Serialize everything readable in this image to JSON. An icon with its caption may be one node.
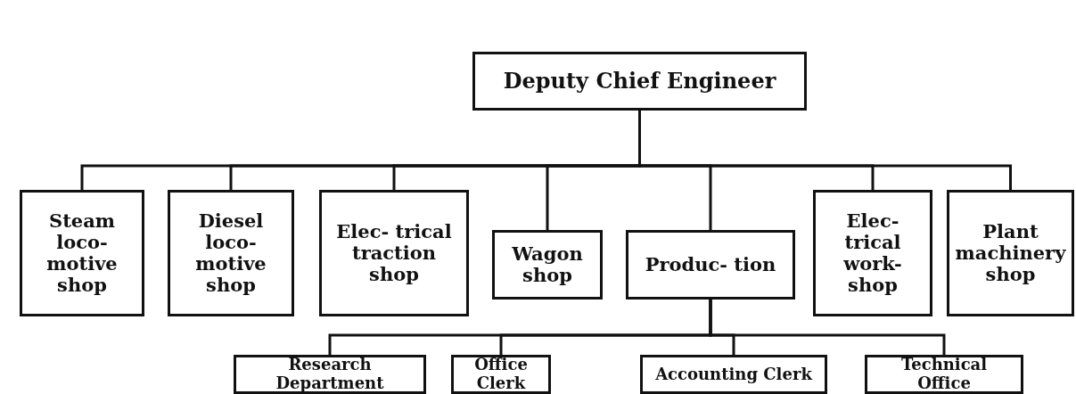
{
  "diagram": {
    "nodes": [
      {
        "text": [
          "Deputy Chief Engineer"
        ]
      },
      {
        "text": [
          "Steam loco- motive shop"
        ]
      },
      {
        "text": [
          "Diesel loco- motive shop"
        ]
      },
      {
        "text": [
          "Elec- trical traction shop"
        ]
      },
      {
        "text": [
          "Wagon shop"
        ]
      },
      {
        "text": [
          "Produc- tion"
        ]
      },
      {
        "text": [
          "Elec- trical work- shop"
        ]
      },
      {
        "text": [
          "Plant machinery shop"
        ]
      },
      {
        "text": [
          "Research Department"
        ]
      },
      {
        "text": [
          "Office Clerk"
        ]
      },
      {
        "text": [
          "Accounting Clerk"
        ]
      },
      {
        "text": [
          "Technical Office"
        ]
      }
    ],
    "edges": [
      {
        "from": 0,
        "to": 1,
        "arrow": "none"
      },
      {
        "from": 0,
        "to": 2,
        "arrow": "none"
      },
      {
        "from": 0,
        "to": 3,
        "arrow": "none"
      },
      {
        "from": 0,
        "to": 4,
        "arrow": "none"
      },
      {
        "from": 0,
        "to": 5,
        "arrow": "none"
      },
      {
        "from": 0,
        "to": 6,
        "arrow": "none"
      },
      {
        "from": 0,
        "to": 7,
        "arrow": "none"
      },
      {
        "from": 5,
        "to": 8,
        "arrow": "none"
      },
      {
        "from": 5,
        "to": 9,
        "arrow": "none"
      },
      {
        "from": 5,
        "to": 10,
        "arrow": "none"
      },
      {
        "from": 5,
        "to": 11,
        "arrow": "none"
      }
    ]
  }
}
